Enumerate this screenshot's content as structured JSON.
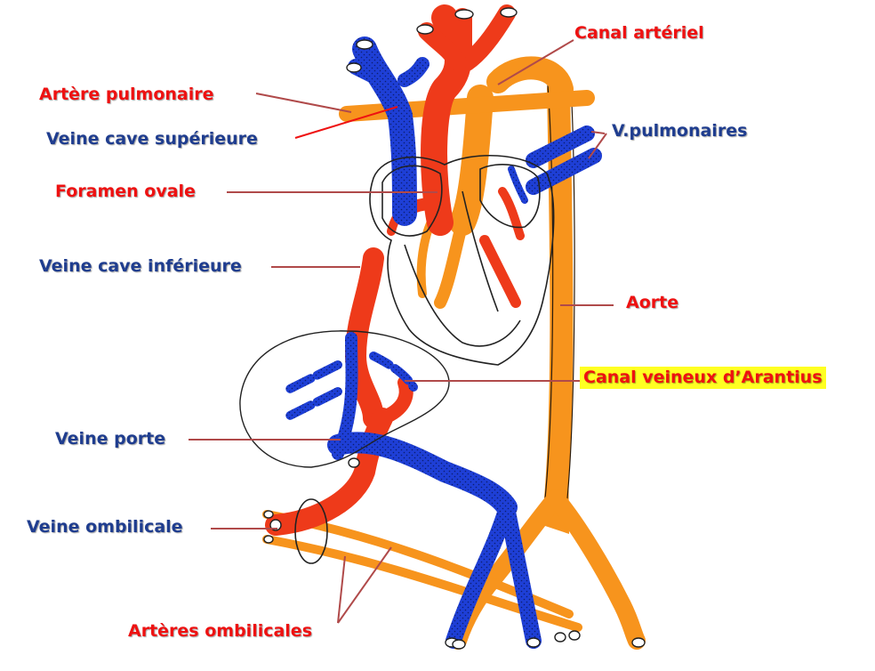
{
  "labels": {
    "canal_arteriel": "Canal artériel",
    "artere_pulmonaire": "Artère pulmonaire",
    "veine_cave_superieure": "Veine cave supérieure",
    "v_pulmonaires": "V.pulmonaires",
    "foramen_ovale": "Foramen ovale",
    "veine_cave_inferieure": "Veine cave inférieure",
    "aorte": "Aorte",
    "canal_veineux": "Canal veineux d’Arantius",
    "veine_porte": "Veine porte",
    "veine_ombilicale": "Veine ombilicale",
    "arteres_ombilicales": "Artères ombilicales"
  },
  "colors": {
    "label_red": "#ee1111",
    "label_blue": "#1f3d8f",
    "oxygenated": "#ee3a1a",
    "deoxygenated": "#1e3fd6",
    "mixed": "#f7941d",
    "pointer": "#b04a4a",
    "highlight": "#ffff22"
  }
}
